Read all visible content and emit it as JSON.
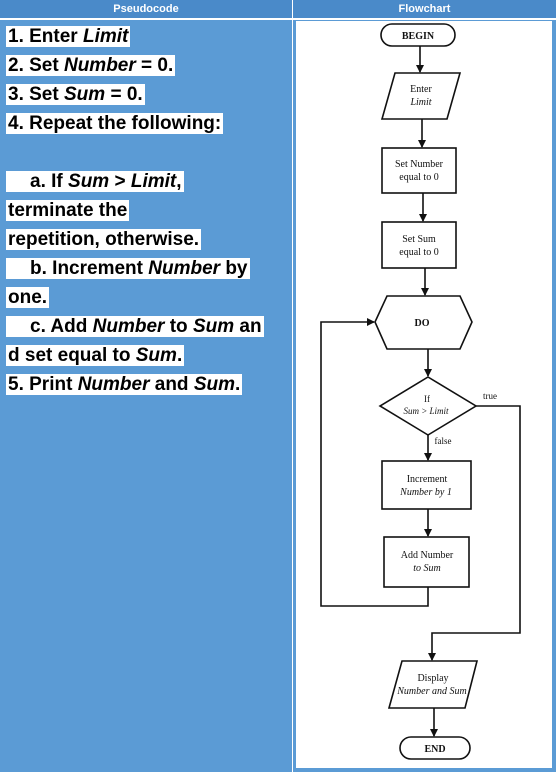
{
  "headers": {
    "left": "Pseudocode",
    "right": "Flowchart"
  },
  "pseudocode": {
    "l1_num": "1.  Enter ",
    "l1_it": "Limit",
    "l2_num": "2.  Set ",
    "l2_it": "Number",
    "l2_rest": " = 0.",
    "l3_num": "3.  Set ",
    "l3_it": "Sum",
    "l3_rest": " = 0.",
    "l4": "4.  Repeat the following:",
    "a1": "a. If ",
    "a_sum": "Sum",
    "a_gt": " > ",
    "a_limit": "Limit",
    "a_comma": ",",
    "a2": "terminate the",
    "a3": "repetition, otherwise.",
    "b1": "b. Increment ",
    "b_num": "Number",
    "b_by": " by",
    "b2": "one.",
    "c1": "c. Add ",
    "c_num": "Number",
    "c_to": " to ",
    "c_sum": "Sum",
    "c_an": " an",
    "c2a": "d set equal to ",
    "c2_sum": "Sum",
    "c2_dot": ".",
    "l5": "5.  Print ",
    "l5_num": "Number",
    "l5_and": " and ",
    "l5_sum": "Sum",
    "l5_dot": "."
  },
  "flowchart": {
    "begin": "BEGIN",
    "enter_1": "Enter",
    "enter_2": "Limit",
    "set_number_1": "Set Number",
    "set_number_2": "equal to 0",
    "set_sum_1": "Set Sum",
    "set_sum_2": "equal to 0",
    "do": "DO",
    "if_1": "If",
    "if_2": "Sum > Limit",
    "true": "true",
    "false": "false",
    "incr_1": "Increment",
    "incr_2": "Number by 1",
    "add_1": "Add Number",
    "add_2": "to Sum",
    "display_1": "Display",
    "display_2": "Number and Sum",
    "end": "END"
  }
}
